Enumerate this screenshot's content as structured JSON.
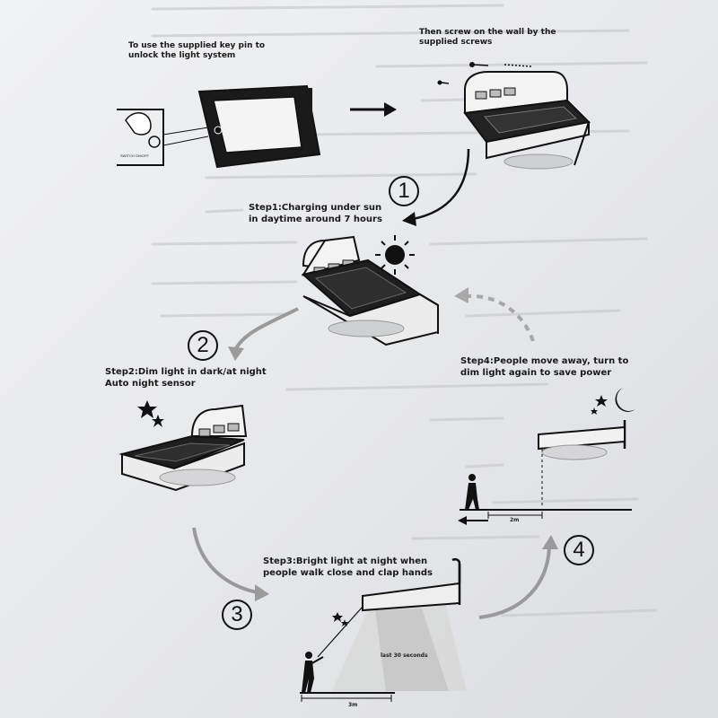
{
  "instructions": {
    "unlock": "To use the supplied key pin to unlock the light system",
    "mount": "Then screw on the wall by the supplied screws"
  },
  "steps": [
    {
      "number": "1",
      "text": "Step1:Charging under sun in daytime around 7 hours"
    },
    {
      "number": "2",
      "text": "Step2:Dim light in dark/at night Auto night sensor"
    },
    {
      "number": "3",
      "text": "Step3:Bright light at night when people walk close and clap hands"
    },
    {
      "number": "4",
      "text": "Step4:People move away, turn to dim light again to save power"
    }
  ],
  "diagram_labels": {
    "last_seconds": "last 30 seconds",
    "distance_step3": "3m",
    "distance_step4": "2m",
    "key_label": "SWITCH ON/OFF"
  },
  "colors": {
    "paper": "#e9eaec",
    "ink": "#111111",
    "arrow_gray": "#9a9a9a"
  },
  "icons": [
    "sun-icon",
    "moon-icon",
    "star-icon",
    "person-icon",
    "key-pin-icon",
    "screw-icon",
    "arrow-icon"
  ]
}
